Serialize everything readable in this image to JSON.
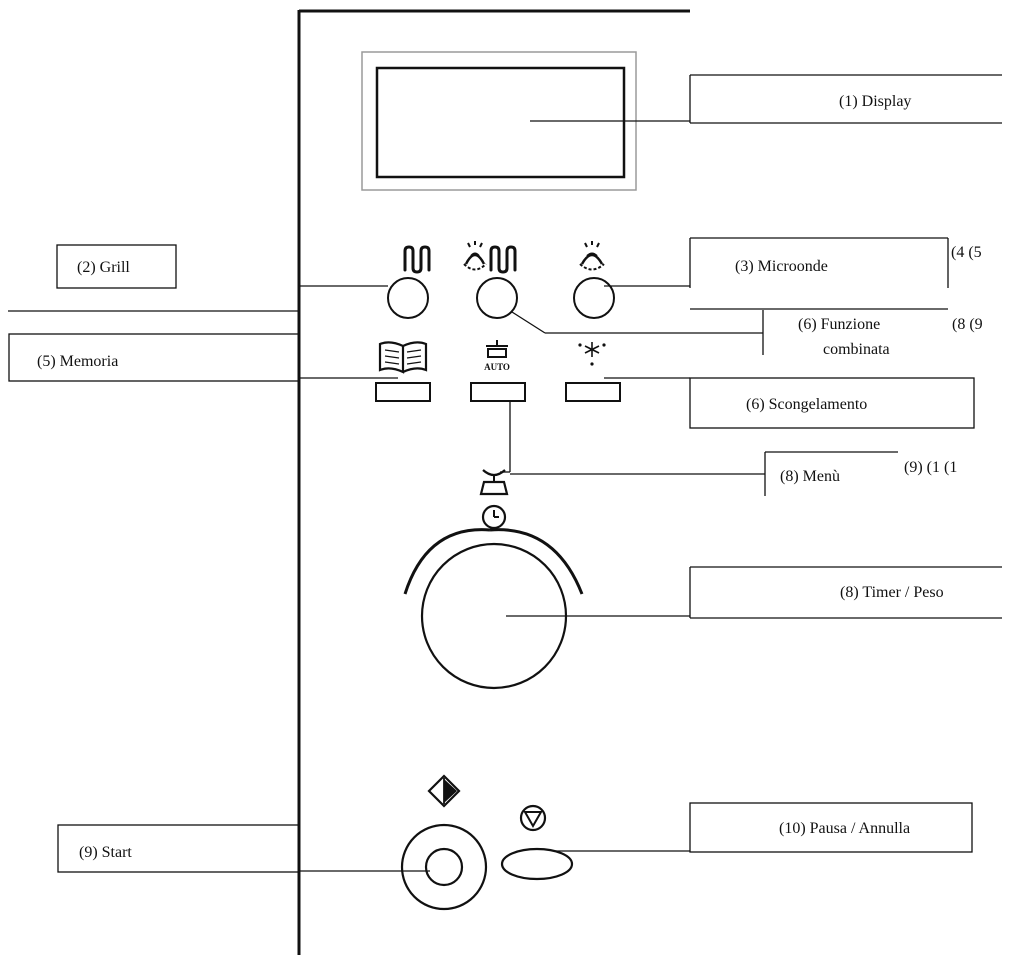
{
  "colors": {
    "ink": "#111111",
    "display_frame": "#9a9a9a",
    "background": "#ffffff"
  },
  "labels": {
    "display": "(1) Display",
    "grill": "(2) Grill",
    "microonde": "(3)  Microonde",
    "microonde_ref": "(4 (5",
    "combinata_line1": "(6)  Funzione",
    "combinata_line2": "combinata",
    "combinata_ref": "(8 (9",
    "memoria": "(5) Memoria",
    "scongelamento": "(6)  Scongelamento",
    "menu": "(8) Menù",
    "menu_ref": "(9)   (1 (1",
    "timer": "(8) Timer / Peso",
    "start": "(9) Start",
    "pausa": "(10) Pausa / Annulla"
  },
  "icons": {
    "grill": "grill-heater-icon",
    "combi_microwave": "microwave-wave-icon",
    "combi_grill": "grill-heater-icon",
    "microwave": "microwave-wave-icon",
    "memory": "open-book-icon",
    "auto_menu": "auto-cooking-pot-icon",
    "auto_text": "AUTO",
    "defrost": "snowflake-defrost-icon",
    "scale": "weighing-scale-icon",
    "clock": "clock-icon",
    "start": "start-diamond-icon",
    "stop": "stop-triangle-icon"
  }
}
